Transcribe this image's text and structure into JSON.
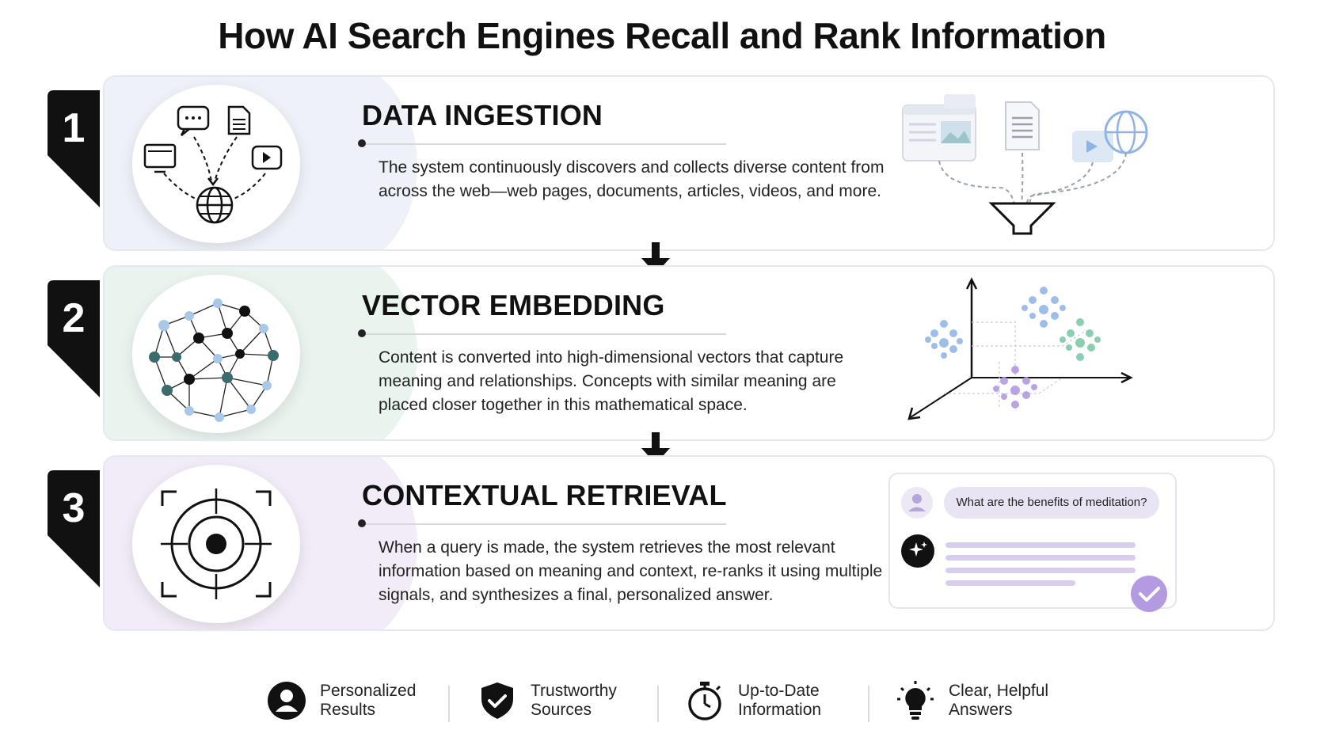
{
  "title": "How AI Search Engines Recall and Rank Information",
  "stages": [
    {
      "number": "1",
      "title": "DATA INGESTION",
      "description": "The system continuously discovers and collects diverse content from across the web—web pages, documents, articles, videos, and more.",
      "icon": "data-ingestion-network-icon",
      "illustration": "web-content-funnel"
    },
    {
      "number": "2",
      "title": "VECTOR EMBEDDING",
      "description": "Content is converted into high-dimensional vectors that capture meaning and relationships. Concepts with similar meaning are placed closer together in this mathematical space.",
      "icon": "node-graph-sphere-icon",
      "illustration": "3d-vector-clusters"
    },
    {
      "number": "3",
      "title": "CONTEXTUAL RETRIEVAL",
      "description": "When a query is made, the system retrieves the most relevant information based on meaning and context, re-ranks it using multiple signals, and synthesizes a final, personalized answer.",
      "icon": "target-crosshair-icon",
      "illustration": "chat-answer-card",
      "chat_query": "What are the benefits of meditation?"
    }
  ],
  "features": [
    {
      "label": "Personalized\nResults",
      "icon": "user-icon"
    },
    {
      "label": "Trustworthy\nSources",
      "icon": "shield-check-icon"
    },
    {
      "label": "Up-to-Date\nInformation",
      "icon": "stopwatch-icon"
    },
    {
      "label": "Clear, Helpful\nAnswers",
      "icon": "lightbulb-icon"
    }
  ],
  "colors": {
    "panel1": "#eef1f8",
    "panel2": "#eaf4ef",
    "panel3": "#f1ecf7",
    "accent_blue": "#8fb3e3",
    "accent_green": "#7ecaa9",
    "accent_purple": "#b49ae0",
    "badge": "#111111"
  }
}
